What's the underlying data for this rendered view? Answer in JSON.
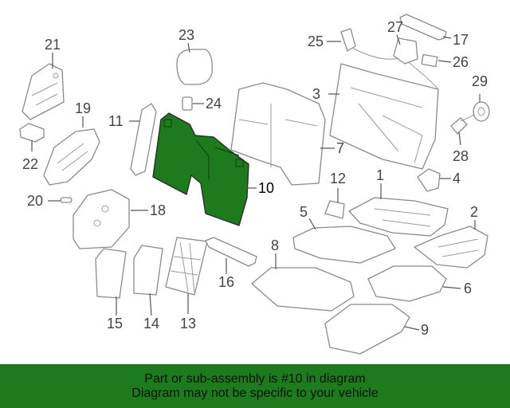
{
  "colors": {
    "highlight": "#1d7a1d",
    "banner": "#1d7a1d",
    "line": "#8a8a8a"
  },
  "callouts": {
    "c1": "1",
    "c2": "2",
    "c3": "3",
    "c4": "4",
    "c5": "5",
    "c6": "6",
    "c7": "7",
    "c8": "8",
    "c9": "9",
    "c10": "10",
    "c11": "11",
    "c12": "12",
    "c13": "13",
    "c14": "14",
    "c15": "15",
    "c16": "16",
    "c17": "17",
    "c18": "18",
    "c19": "19",
    "c20": "20",
    "c21": "21",
    "c22": "22",
    "c23": "23",
    "c24": "24",
    "c25": "25",
    "c26": "26",
    "c27": "27",
    "c28": "28",
    "c29": "29"
  },
  "banner": {
    "line1": "Part or sub-assembly is #10 in diagram",
    "line2": "Diagram may not be specific to your vehicle"
  }
}
